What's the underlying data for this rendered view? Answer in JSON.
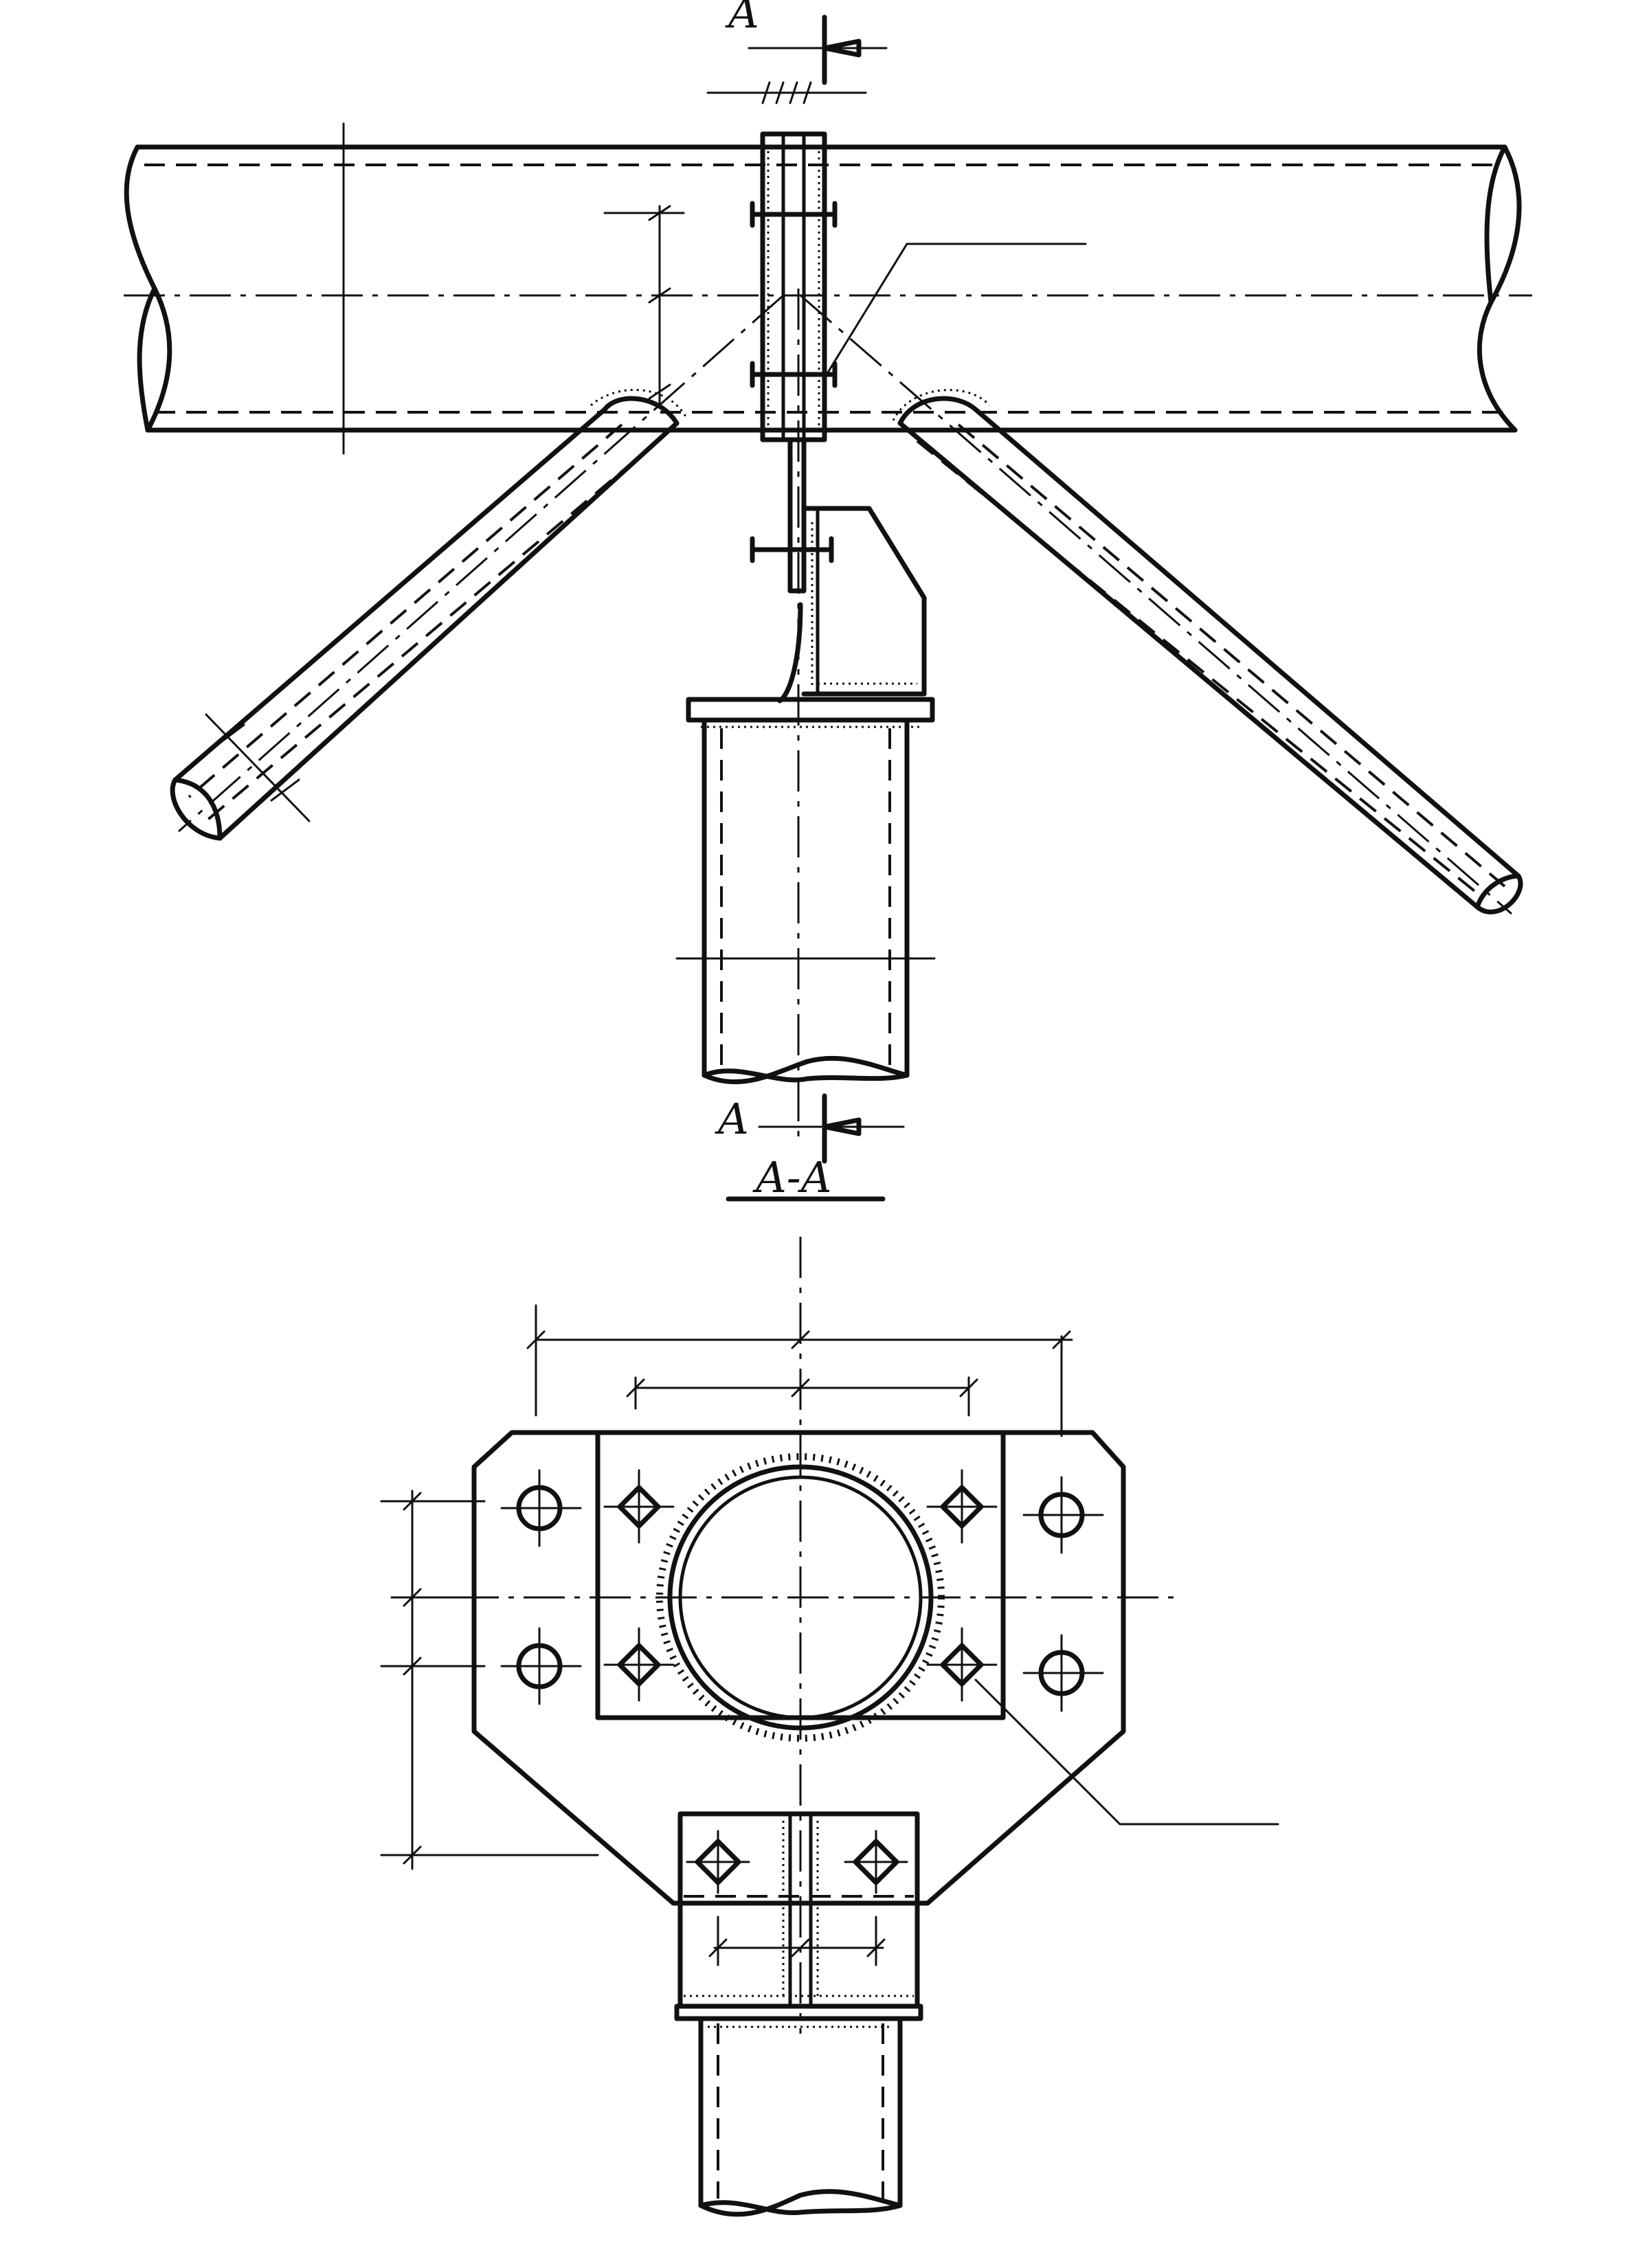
{
  "section_marks": {
    "top": "A",
    "bottom": "A",
    "view_title": "A-A"
  }
}
